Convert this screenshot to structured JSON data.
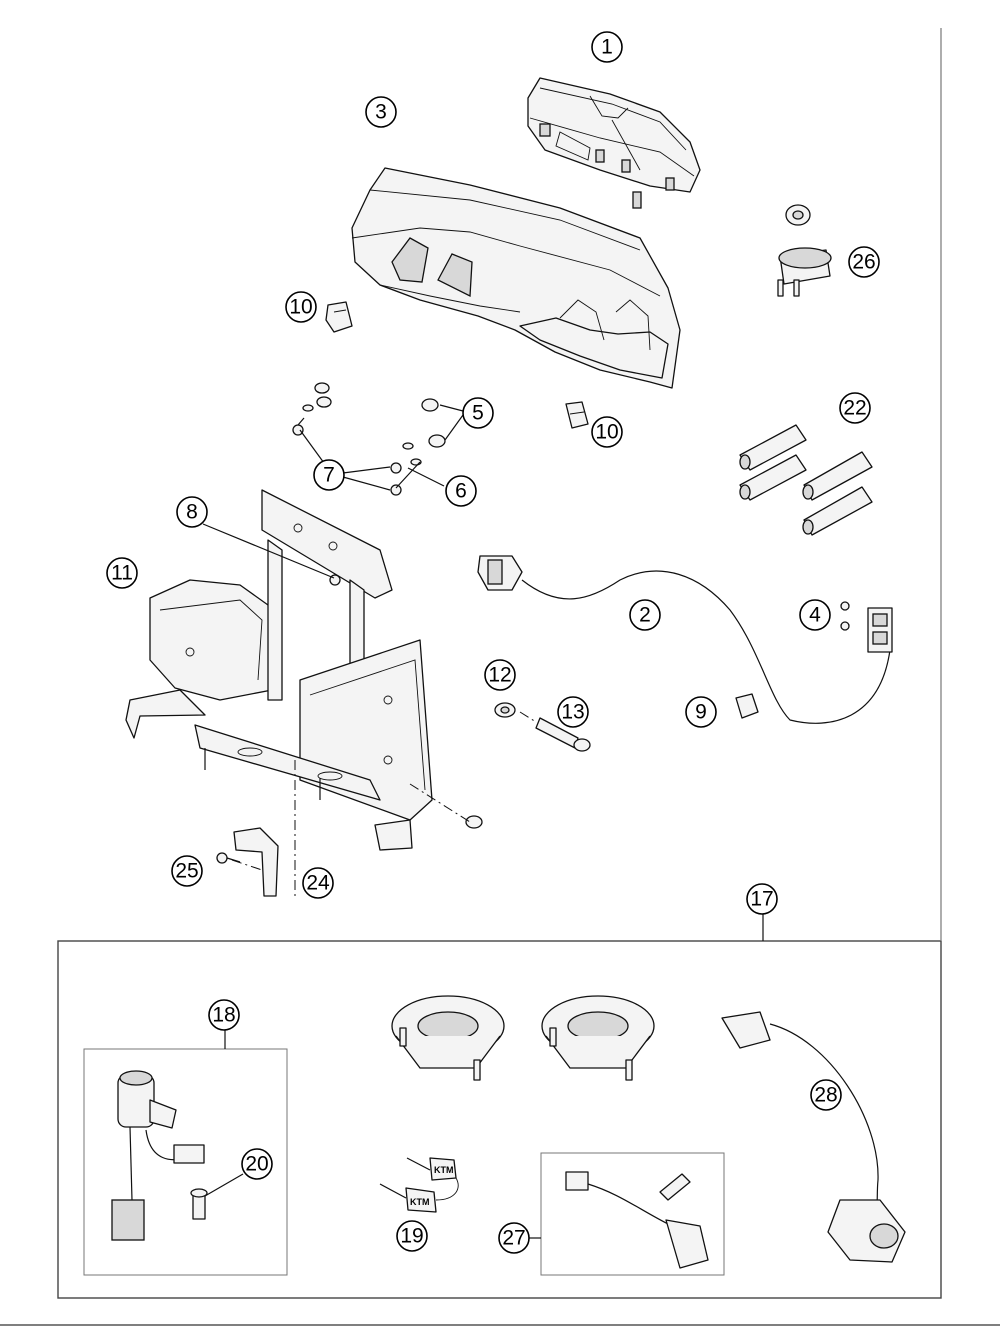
{
  "callouts": [
    {
      "id": "1",
      "label": "1"
    },
    {
      "id": "2",
      "label": "2"
    },
    {
      "id": "3",
      "label": "3"
    },
    {
      "id": "4",
      "label": "4"
    },
    {
      "id": "5",
      "label": "5"
    },
    {
      "id": "6",
      "label": "6"
    },
    {
      "id": "7",
      "label": "7"
    },
    {
      "id": "8",
      "label": "8"
    },
    {
      "id": "9",
      "label": "9"
    },
    {
      "id": "10a",
      "label": "10"
    },
    {
      "id": "10b",
      "label": "10"
    },
    {
      "id": "11",
      "label": "11"
    },
    {
      "id": "12",
      "label": "12"
    },
    {
      "id": "13",
      "label": "13"
    },
    {
      "id": "17",
      "label": "17"
    },
    {
      "id": "18",
      "label": "18"
    },
    {
      "id": "19",
      "label": "19"
    },
    {
      "id": "20",
      "label": "20"
    },
    {
      "id": "22",
      "label": "22"
    },
    {
      "id": "24",
      "label": "24"
    },
    {
      "id": "25",
      "label": "25"
    },
    {
      "id": "26",
      "label": "26"
    },
    {
      "id": "27",
      "label": "27"
    },
    {
      "id": "28",
      "label": "28"
    }
  ],
  "key_logo_text": "KTM"
}
